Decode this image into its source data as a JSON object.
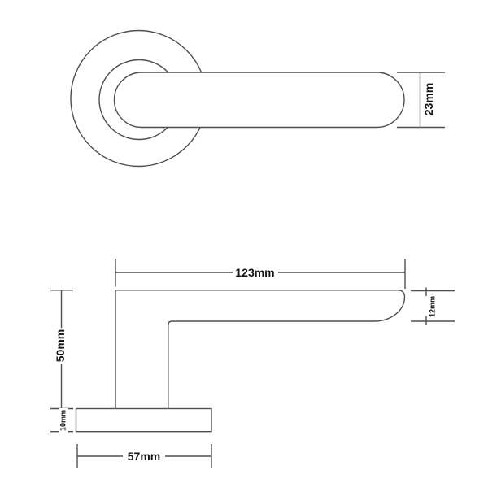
{
  "drawing": {
    "front_view": {
      "dim_lever_thickness": "23mm"
    },
    "side_view": {
      "dim_lever_length": "123mm",
      "dim_lever_depth": "12mm",
      "dim_rose_to_lever_height": "50mm",
      "dim_rose_thickness": "10mm",
      "dim_rose_diameter": "57mm"
    },
    "colors": {
      "line": "#4f4f4f",
      "text": "#161616",
      "background": "#ffffff"
    }
  }
}
